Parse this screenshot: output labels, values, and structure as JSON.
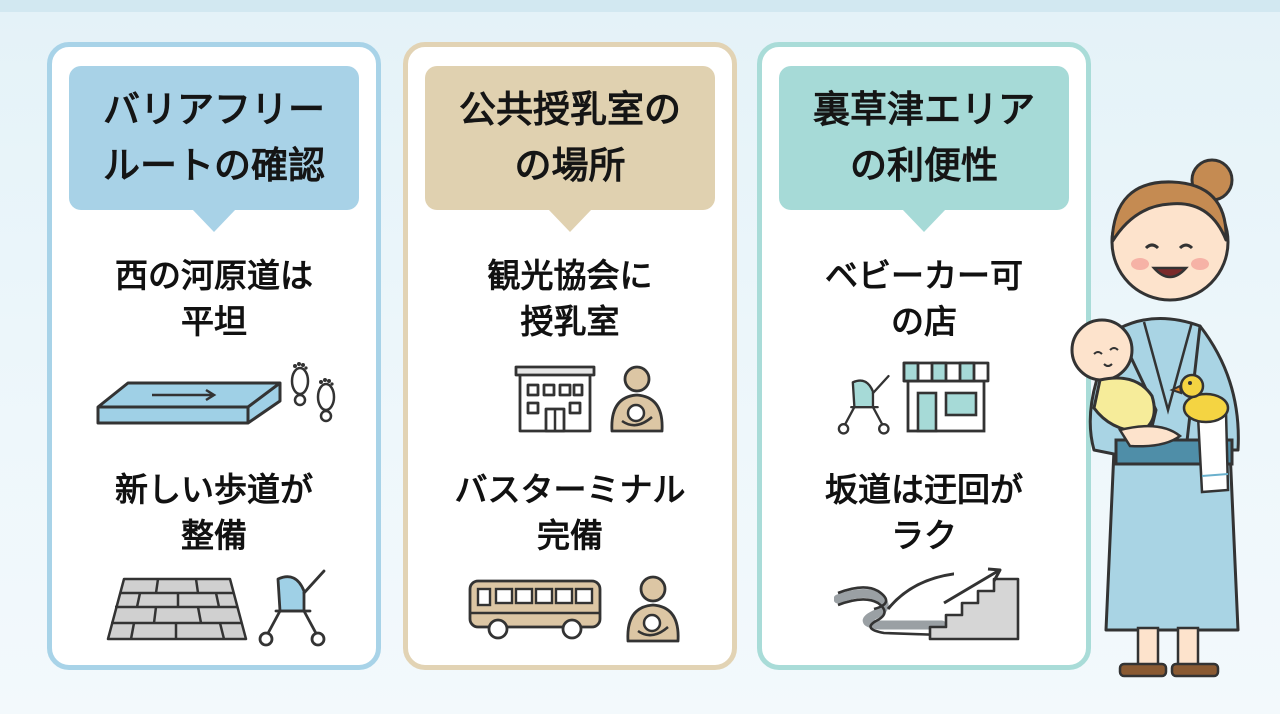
{
  "cards": [
    {
      "header": "バリアフリー\nルートの確認",
      "items": [
        {
          "text": "西の河原道は\n平坦",
          "icons": [
            "flat-path-icon",
            "footprints-icon"
          ]
        },
        {
          "text": "新しい歩道が\n整備",
          "icons": [
            "paving-stones-icon",
            "stroller-icon"
          ]
        }
      ]
    },
    {
      "header": "公共授乳室の\nの場所",
      "items": [
        {
          "text": "観光協会に\n授乳室",
          "icons": [
            "building-icon",
            "nursing-mother-icon"
          ]
        },
        {
          "text": "バスターミナル\n完備",
          "icons": [
            "bus-icon",
            "nursing-mother-icon"
          ]
        }
      ]
    },
    {
      "header": "裏草津エリア\nの利便性",
      "items": [
        {
          "text": "ベビーカー可\nの店",
          "icons": [
            "stroller-icon",
            "shop-icon"
          ]
        },
        {
          "text": "坂道は迂回が\nラク",
          "icons": [
            "winding-road-icon",
            "stairs-icon"
          ]
        }
      ]
    }
  ],
  "colors": {
    "card1": "#a8d3e8",
    "card2": "#e2d3b4",
    "card3": "#a9dcd8",
    "background": "#e8f4f9"
  }
}
